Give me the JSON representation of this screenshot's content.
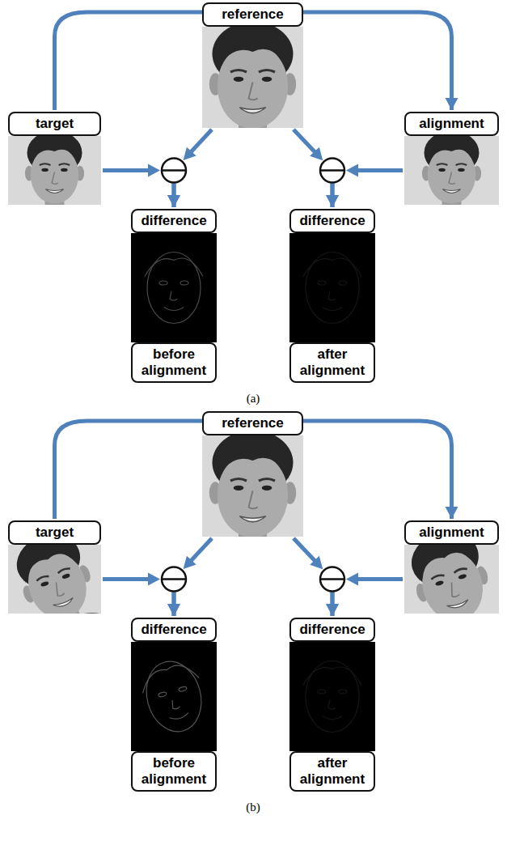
{
  "diagram": {
    "nodes": [
      {
        "text": [
          "reference"
        ]
      },
      {
        "text": [
          "target"
        ]
      },
      {
        "text": [
          "alignment"
        ]
      },
      {
        "text": [
          "difference"
        ]
      },
      {
        "text": [
          "before alignment"
        ]
      },
      {
        "text": [
          "difference"
        ]
      },
      {
        "text": [
          "after alignment"
        ]
      },
      {
        "text": [
          "reference"
        ]
      },
      {
        "text": [
          "target"
        ]
      },
      {
        "text": [
          "alignment"
        ]
      },
      {
        "text": [
          "difference"
        ]
      },
      {
        "text": [
          "before alignment"
        ]
      },
      {
        "text": [
          "difference"
        ]
      },
      {
        "text": [
          "after alignment"
        ]
      }
    ],
    "edges": [
      {
        "from": 1,
        "to": 2,
        "arrow": "to"
      },
      {
        "from": 0,
        "to": 3,
        "arrow": "to"
      },
      {
        "from": 1,
        "to": 3,
        "arrow": "to"
      },
      {
        "from": 0,
        "to": 5,
        "arrow": "to"
      },
      {
        "from": 2,
        "to": 5,
        "arrow": "to"
      },
      {
        "from": 8,
        "to": 9,
        "arrow": "to"
      },
      {
        "from": 7,
        "to": 10,
        "arrow": "to"
      },
      {
        "from": 8,
        "to": 10,
        "arrow": "to"
      },
      {
        "from": 7,
        "to": 12,
        "arrow": "to"
      },
      {
        "from": 9,
        "to": 12,
        "arrow": "to"
      }
    ],
    "labels": [
      "(a)",
      "(b)"
    ]
  }
}
